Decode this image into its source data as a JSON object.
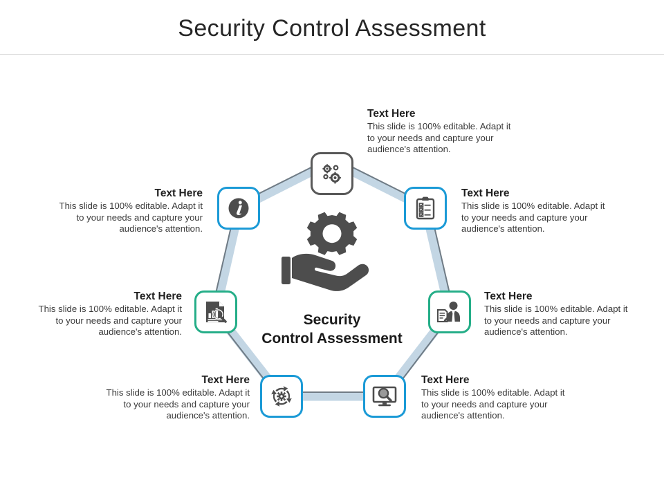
{
  "header": {
    "title": "Security Control Assessment"
  },
  "center": {
    "label_line1": "Security",
    "label_line2": "Control Assessment",
    "icon": "hand-holding-gear-icon"
  },
  "colors": {
    "blue": "#1b9ad6",
    "green": "#25ae88",
    "gray": "#595959",
    "icon_dark": "#4d4d4d",
    "ribbon_fill": "#c3d6e4",
    "ribbon_edge": "#6f7b85",
    "title_text": "#262626",
    "divider": "#d9d9d9"
  },
  "body_text": "This slide is 100% editable. Adapt it to your needs and capture your audience's attention.",
  "nodes": [
    {
      "id": "top",
      "icon": "gears-icon",
      "border_color": "#595959",
      "title": "Text Here",
      "body": "This slide is 100% editable. Adapt it to your needs and capture your audience's attention.",
      "align": "left"
    },
    {
      "id": "upper-right",
      "icon": "clipboard-checklist-icon",
      "border_color": "#1b9ad6",
      "title": "Text Here",
      "body": "This slide is 100% editable. Adapt it to your needs and capture your audience's attention.",
      "align": "left"
    },
    {
      "id": "right",
      "icon": "person-document-icon",
      "border_color": "#25ae88",
      "title": "Text Here",
      "body": "This slide is 100% editable. Adapt it to your needs and capture your audience's attention.",
      "align": "left"
    },
    {
      "id": "lower-right",
      "icon": "monitor-magnifier-icon",
      "border_color": "#1b9ad6",
      "title": "Text Here",
      "body": "This slide is 100% editable. Adapt it to your needs and capture your audience's attention.",
      "align": "left"
    },
    {
      "id": "lower-left",
      "icon": "cycle-gear-icon",
      "border_color": "#1b9ad6",
      "title": "Text Here",
      "body": "This slide is 100% editable. Adapt it to your needs and capture your audience's attention.",
      "align": "right"
    },
    {
      "id": "left",
      "icon": "report-analysis-icon",
      "border_color": "#25ae88",
      "title": "Text Here",
      "body": "This slide is 100% editable. Adapt it to your needs and capture your audience's attention.",
      "align": "right"
    },
    {
      "id": "upper-left",
      "icon": "info-circle-icon",
      "border_color": "#1b9ad6",
      "title": "Text Here",
      "body": "This slide is 100% editable. Adapt it to your needs and capture your audience's attention.",
      "align": "right"
    }
  ]
}
